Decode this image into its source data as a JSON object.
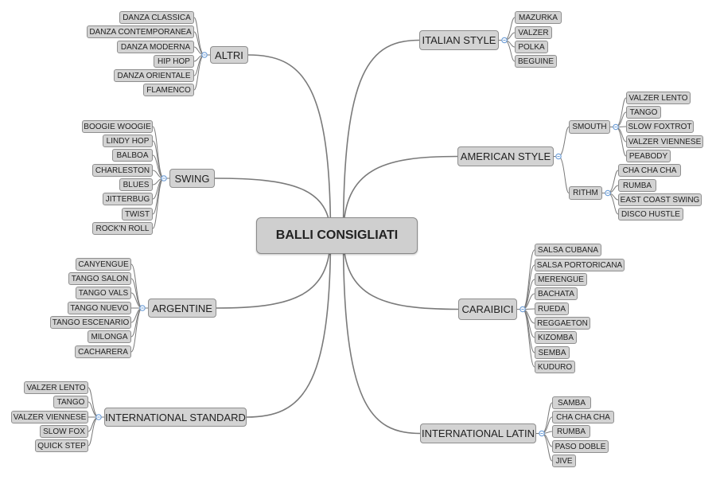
{
  "root": {
    "label": "BALLI CONSIGLIATI"
  },
  "branches": [
    {
      "label": "ALTRI",
      "leaves": [
        "DANZA CLASSICA",
        "DANZA CONTEMPORANEA",
        "DANZA MODERNA",
        "HIP HOP",
        "DANZA ORIENTALE",
        "FLAMENCO"
      ]
    },
    {
      "label": "SWING",
      "leaves": [
        "BOOGIE WOOGIE",
        "LINDY HOP",
        "BALBOA",
        "CHARLESTON",
        "BLUES",
        "JITTERBUG",
        "TWIST",
        "ROCK'N ROLL"
      ]
    },
    {
      "label": "ARGENTINE",
      "leaves": [
        "CANYENGUE",
        "TANGO SALON",
        "TANGO VALS",
        "TANGO NUEVO",
        "TANGO ESCENARIO",
        "MILONGA",
        "CACHARERA"
      ]
    },
    {
      "label": "INTERNATIONAL STANDARD",
      "leaves": [
        "VALZER LENTO",
        "TANGO",
        "VALZER VIENNESE",
        "SLOW FOX",
        "QUICK STEP"
      ]
    },
    {
      "label": "ITALIAN STYLE",
      "leaves": [
        "MAZURKA",
        "VALZER",
        "POLKA",
        "BEGUINE"
      ]
    },
    {
      "label": "AMERICAN STYLE",
      "groups": [
        {
          "label": "SMOUTH",
          "leaves": [
            "VALZER LENTO",
            "TANGO",
            "SLOW FOXTROT",
            "VALZER VIENNESE",
            "PEABODY"
          ]
        },
        {
          "label": "RITHM",
          "leaves": [
            "CHA CHA CHA",
            "RUMBA",
            "EAST COAST SWING",
            "DISCO HUSTLE"
          ]
        }
      ]
    },
    {
      "label": "CARAIBICI",
      "leaves": [
        "SALSA CUBANA",
        "SALSA PORTORICANA",
        "MERENGUE",
        "BACHATA",
        "RUEDA",
        "REGGAETON",
        "KIZOMBA",
        "SEMBA",
        "KUDURO"
      ]
    },
    {
      "label": "INTERNATIONAL LATIN",
      "leaves": [
        "SAMBA",
        "CHA CHA CHA",
        "RUMBA",
        "PASO DOBLE",
        "JIVE"
      ]
    }
  ],
  "colors": {
    "node_fill": "#d3d3d3",
    "node_border": "#8e8e8e",
    "link": "#7a7a7a",
    "collapse_marker": "#6f9fd8"
  }
}
